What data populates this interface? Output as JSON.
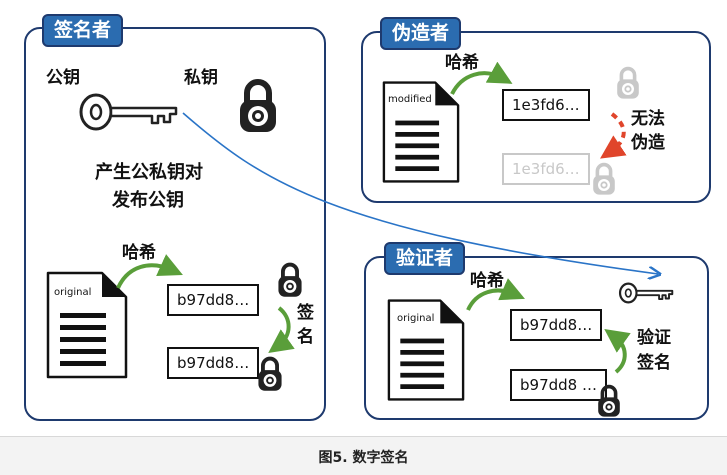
{
  "signer": {
    "tag": "签名者",
    "public_key_label": "公钥",
    "private_key_label": "私钥",
    "keygen_line1": "产生公私钥对",
    "keygen_line2": "发布公钥",
    "hash_label": "哈希",
    "doc_label": "original",
    "hash_value": "b97dd8…",
    "signed_hash_value": "b97dd8…",
    "sign_label_1": "签",
    "sign_label_2": "名"
  },
  "forger": {
    "tag": "伪造者",
    "hash_label": "哈希",
    "doc_label": "modified",
    "hash_value": "1e3fd6…",
    "faded_hash_value": "1e3fd6…",
    "cannot_line1": "无法",
    "cannot_line2": "伪造"
  },
  "verifier": {
    "tag": "验证者",
    "hash_label": "哈希",
    "doc_label": "original",
    "hash_value": "b97dd8…",
    "signed_hash_value": "b97dd8 …",
    "verify_line1": "验证",
    "verify_line2": "签名"
  },
  "caption": "图5. 数字签名",
  "colors": {
    "panel_border": "#1e3a6e",
    "tag_fill": "#2b6cb0",
    "green_arrow": "#5a9e3a",
    "red_arrow": "#e0452b",
    "blue_line": "#2a74c7"
  },
  "icons": [
    "key-icon",
    "padlock-icon",
    "document-icon"
  ]
}
